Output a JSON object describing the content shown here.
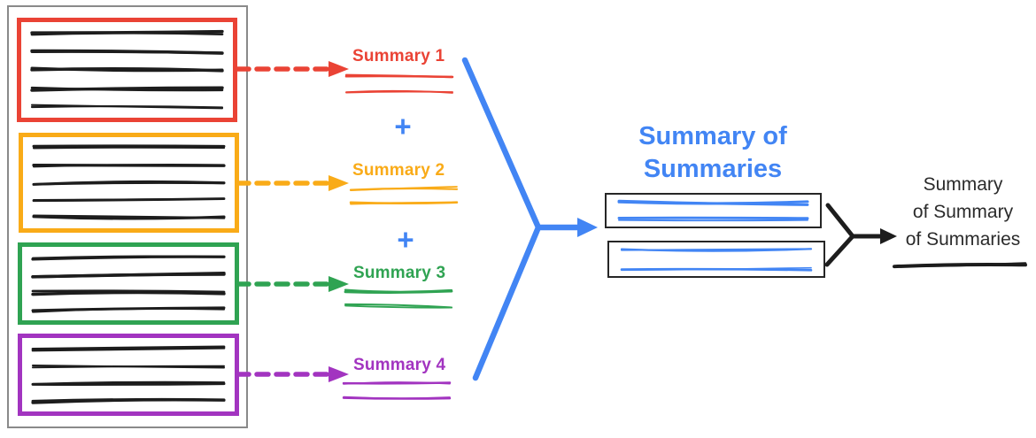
{
  "diagram": {
    "documents": [
      {
        "name": "document-1",
        "color": "#EA4335",
        "text_lines": 5
      },
      {
        "name": "document-2",
        "color": "#F9AB18",
        "text_lines": 5
      },
      {
        "name": "document-3",
        "color": "#2FA352",
        "text_lines": 4
      },
      {
        "name": "document-4",
        "color": "#A234C0",
        "text_lines": 4
      }
    ],
    "summaries": [
      {
        "label": "Summary 1",
        "color": "#EA4335"
      },
      {
        "label": "Summary 2",
        "color": "#F9AB18"
      },
      {
        "label": "Summary 3",
        "color": "#2FA352"
      },
      {
        "label": "Summary 4",
        "color": "#A234C0"
      }
    ],
    "operator": "+",
    "stage2": {
      "title_line1": "Summary of",
      "title_line2": "Summaries",
      "color": "#4285F4",
      "box_text_lines": 2
    },
    "final": {
      "line1": "Summary",
      "line2": "of Summary",
      "line3": "of Summaries",
      "color": "#2B2B2B"
    },
    "colors": {
      "accent_blue": "#4285F4",
      "ink_black": "#1D1D1D",
      "stack_border_gray": "#8A8A8A"
    }
  }
}
